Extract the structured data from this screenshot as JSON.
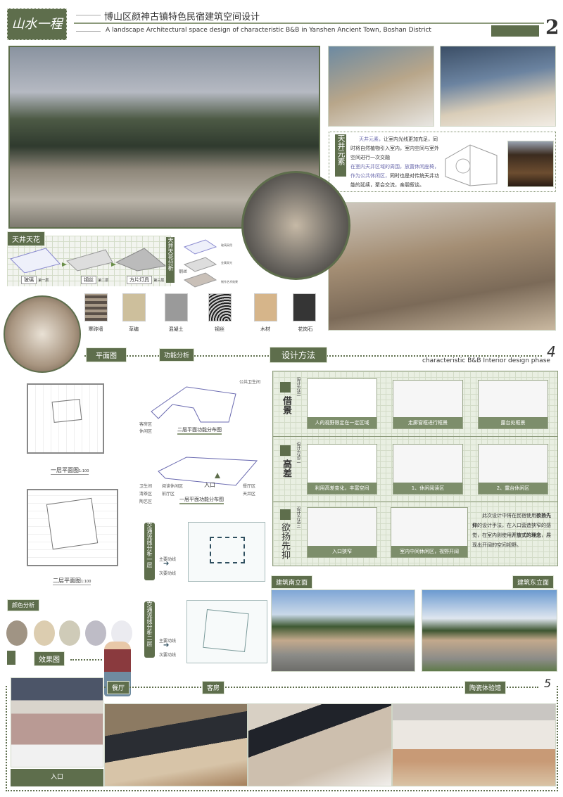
{
  "header": {
    "logo": "山水一程",
    "title_cn": "博山区颜神古镇特色民宿建筑空间设计",
    "title_en": "A landscape Architectural space design of characteristic B&B in Yanshen Ancient Town, Boshan District",
    "page_number": "2"
  },
  "tianjing_element": {
    "label": "天井元素",
    "para1_highlight": "天井元素，",
    "para1": "让室内光线更加充足，同时将自然植物引入室内，室内空间与室外空间进行一次交融",
    "para2_highlight": "在室内天井区域的周围，放置休闲座椅，作为公共休闲区，",
    "para2": "同时也是对传统天井功能的延续，聚会交流，亲朋叙谈。"
  },
  "ceiling": {
    "title": "天井天花",
    "side_label": "天井天花分析",
    "layers": [
      {
        "name": "玻璃",
        "order": "第一层"
      },
      {
        "name": "钢丝",
        "order": "第二层"
      },
      {
        "name": "方片灯具",
        "order": "第三层"
      }
    ],
    "exploded_labels": [
      "钢丝",
      "玻璃采用",
      "金属采光",
      "制作艺术效果"
    ]
  },
  "materials": [
    "覃砖墙",
    "草编",
    "混凝土",
    "钢丝",
    "木材",
    "花岗石"
  ],
  "sections": {
    "plan": "平面图",
    "function": "功能分析",
    "method": "设计方法",
    "phase_number": "4",
    "phase_en": "characteristic B&B  Interior design phase"
  },
  "plans": [
    {
      "caption": "一层平面图",
      "scale": "1:100"
    },
    {
      "caption": "二层平面图",
      "scale": "1:100"
    }
  ],
  "function_diagrams": {
    "second_floor": {
      "caption": "二层平面功能分布图",
      "legend": [
        "公共卫生间",
        "客房区",
        "休闲区"
      ]
    },
    "first_floor": {
      "caption": "一层平面功能分布图",
      "entrance": "入口",
      "legend": [
        "卫生间",
        "阅读休闲区",
        "餐厅区",
        "清茶区",
        "前厅区",
        "天井区",
        "陶艺区"
      ]
    }
  },
  "methods": [
    {
      "name": "借景",
      "sub": "设计方法一",
      "cards": [
        "人的视野限定在一定区域",
        "走廊窗框进行框景",
        "露台处框景"
      ]
    },
    {
      "name": "高差",
      "sub": "设计方法二",
      "cards": [
        "利用高差变化，丰富空间",
        "1、休闲阅读区",
        "2、露台休闲区"
      ]
    },
    {
      "name": "欲扬先抑",
      "sub": "设计方法三",
      "cards": [
        "入口狭窄",
        "室内中间休闲区，视野开阔"
      ],
      "text_a": "此次设计中将在民宿使用",
      "text_b": "欲扬先抑",
      "text_c": "的设计手法，在入口营造狭窄的感觉，在室内则使用",
      "text_d": "开放式的理念",
      "text_e": "，展现出开阔的空间视野。"
    }
  ],
  "traffic": [
    {
      "label": "交通流线分析一层",
      "main": "主要动线",
      "secondary": "次要动线"
    },
    {
      "label": "交通流线分析二层",
      "main": "主要动线",
      "secondary": "次要动线"
    }
  ],
  "elevations": {
    "south": "建筑南立面",
    "east": "建筑东立面"
  },
  "color_analysis": {
    "label": "颜色分析",
    "colors": [
      "#a09484",
      "#dccdb0",
      "#cfcbb8",
      "#bebcc6",
      "#ebebf0"
    ]
  },
  "renders": {
    "label": "效果图",
    "entrance": "入口",
    "dining": "餐厅",
    "room": "客房",
    "ceramic": "陶瓷体验馆",
    "page_number": "5"
  },
  "accent": "#5e6e4c"
}
